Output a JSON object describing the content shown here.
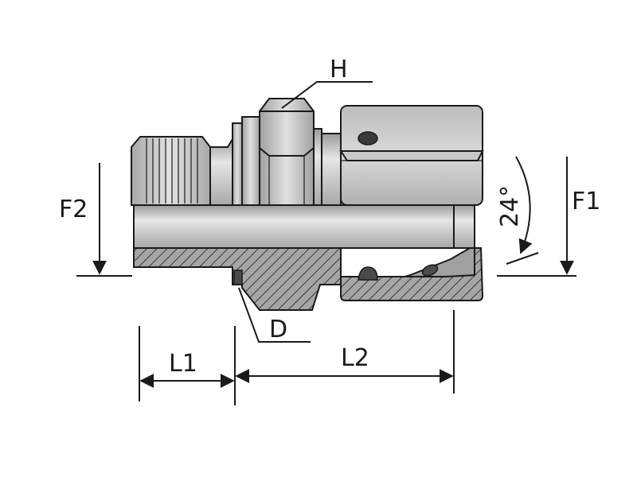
{
  "labels": {
    "h": "H",
    "f1": "F1",
    "f2": "F2",
    "angle": "24°",
    "d": "D",
    "l1": "L1",
    "l2": "L2"
  },
  "colors": {
    "steel_light": "#d4d4d4",
    "steel_mid": "#b5b5b5",
    "steel_dark": "#8f8f8f",
    "section": "#9e9e9e",
    "line": "#1a1a1a",
    "seal": "#4a4a4a"
  }
}
